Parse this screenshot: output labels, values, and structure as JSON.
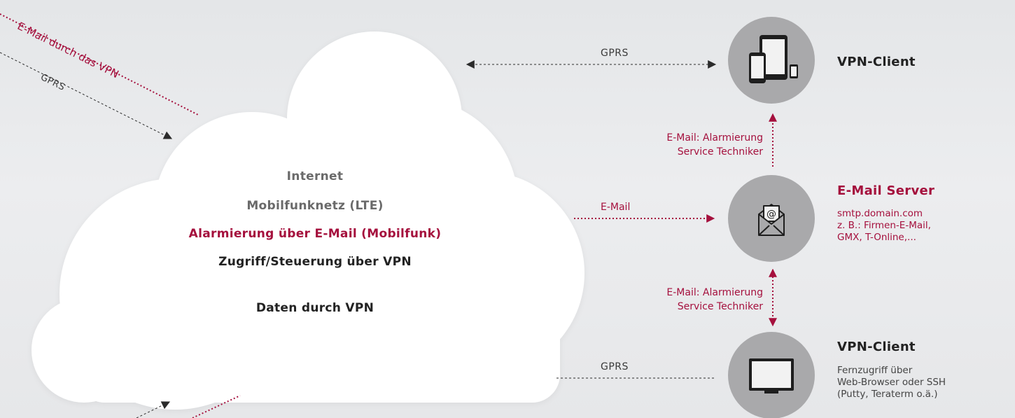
{
  "cloud": {
    "line1": "Internet",
    "line2": "Mobilfunknetz (LTE)",
    "line3": "Alarmierung über E-Mail (Mobilfunk)",
    "line4": "Zugriff/Steuerung über VPN",
    "line5": "Daten durch VPN"
  },
  "left_arrows": {
    "email_vpn": "E-Mail durch das VPN",
    "gprs": "GPRS"
  },
  "connections": {
    "gprs_top": "GPRS",
    "email_mid": "E-Mail",
    "gprs_bottom": "GPRS",
    "alert_top": [
      "E-Mail: Alarmierung",
      "Service Techniker"
    ],
    "alert_bottom": [
      "E-Mail: Alarmierung",
      "Service Techniker"
    ]
  },
  "nodes": {
    "vpn_client_top": {
      "title": "VPN-Client",
      "icon": "devices-icon"
    },
    "email_server": {
      "title": "E-Mail Server",
      "icon": "envelope-at-icon",
      "lines": [
        "smtp.domain.com",
        "z. B.: Firmen-E-Mail,",
        "GMX, T-Online,..."
      ]
    },
    "vpn_client_bottom": {
      "title": "VPN-Client",
      "icon": "monitor-icon",
      "lines": [
        "Fernzugriff über",
        "Web-Browser oder SSH",
        "(Putty, Teraterm o.ä.)"
      ]
    }
  },
  "colors": {
    "accent_red": "#a5103d",
    "cloud": "#ffffff",
    "circle": "#a9a9ab",
    "dark_arrow": "#2b2b2b"
  }
}
